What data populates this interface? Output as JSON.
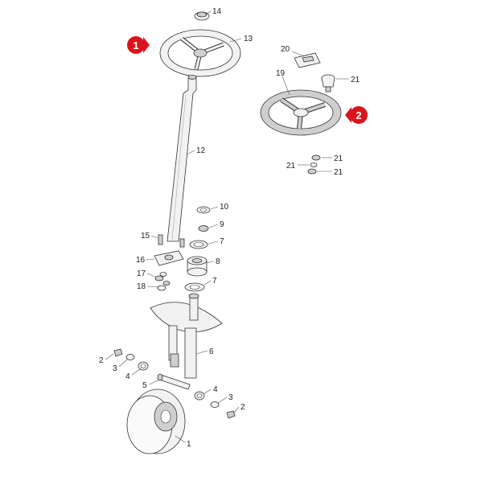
{
  "callouts": {
    "p1": "1",
    "p2a": "2",
    "p2b": "2",
    "p3a": "3",
    "p3b": "3",
    "p4a": "4",
    "p4b": "4",
    "p5": "5",
    "p6": "6",
    "p7a": "7",
    "p7b": "7",
    "p8": "8",
    "p9": "9",
    "p10": "10",
    "p12": "12",
    "p13": "13",
    "p14": "14",
    "p15": "15",
    "p16": "16",
    "p17": "17",
    "p18": "18",
    "p19": "19",
    "p20": "20",
    "p21a": "21",
    "p21b": "21",
    "p21c": "21",
    "p21d": "21"
  },
  "markers": {
    "m1": "1",
    "m2": "2"
  },
  "colors": {
    "marker_fill": "#d9141c",
    "line": "#333333"
  }
}
